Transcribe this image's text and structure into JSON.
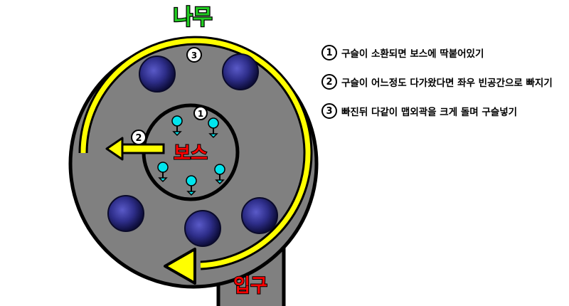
{
  "labels": {
    "top": "나무",
    "center": "보스",
    "entrance": "입구",
    "marker_1": "1",
    "marker_2": "2",
    "marker_3": "3"
  },
  "legend": [
    {
      "num": "1",
      "text": "구슬이 소환되면 보스에 딱붙어있기"
    },
    {
      "num": "2",
      "text": "구슬이 어느정도 다가왔다면 좌우 빈공간으로 빠지기"
    },
    {
      "num": "3",
      "text": "빠진뒤 다같이 맵외곽을 크게 돌며 구슬넣기"
    }
  ],
  "colors": {
    "arena": "#808080",
    "outline": "#000000",
    "path_arrow": "#ffff00",
    "top_label": "#22cc22",
    "boss_label": "#ff0000",
    "entrance_label": "#ff0000",
    "pins": "#00e5ee",
    "orbs": "#2a2a7a"
  }
}
